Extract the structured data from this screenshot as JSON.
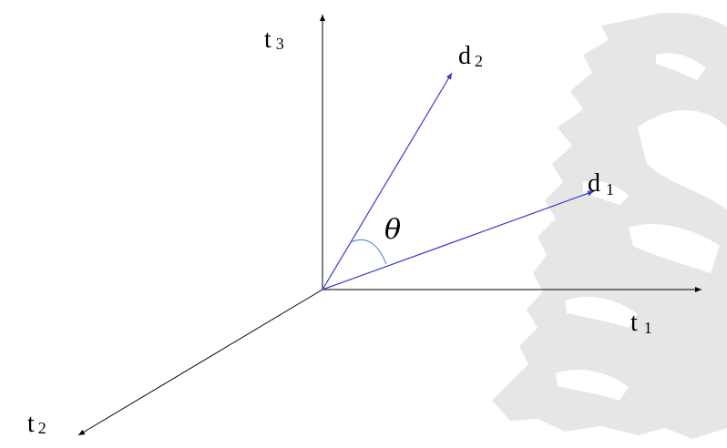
{
  "colors": {
    "axis": "#000000",
    "vector": "#3a3ad0",
    "arc": "#3a7ad0",
    "watermark": "#e6e6e6"
  },
  "watermark": {
    "icon": "cedar-tree-watermark"
  },
  "axes": {
    "t1": {
      "main": "t",
      "sub": "1"
    },
    "t2": {
      "main": "t",
      "sub": "2"
    },
    "t3": {
      "main": "t",
      "sub": "3"
    }
  },
  "vectors": {
    "d1": {
      "main": "d",
      "sub": "1"
    },
    "d2": {
      "main": "d",
      "sub": "2"
    }
  },
  "angle_label": "θ"
}
